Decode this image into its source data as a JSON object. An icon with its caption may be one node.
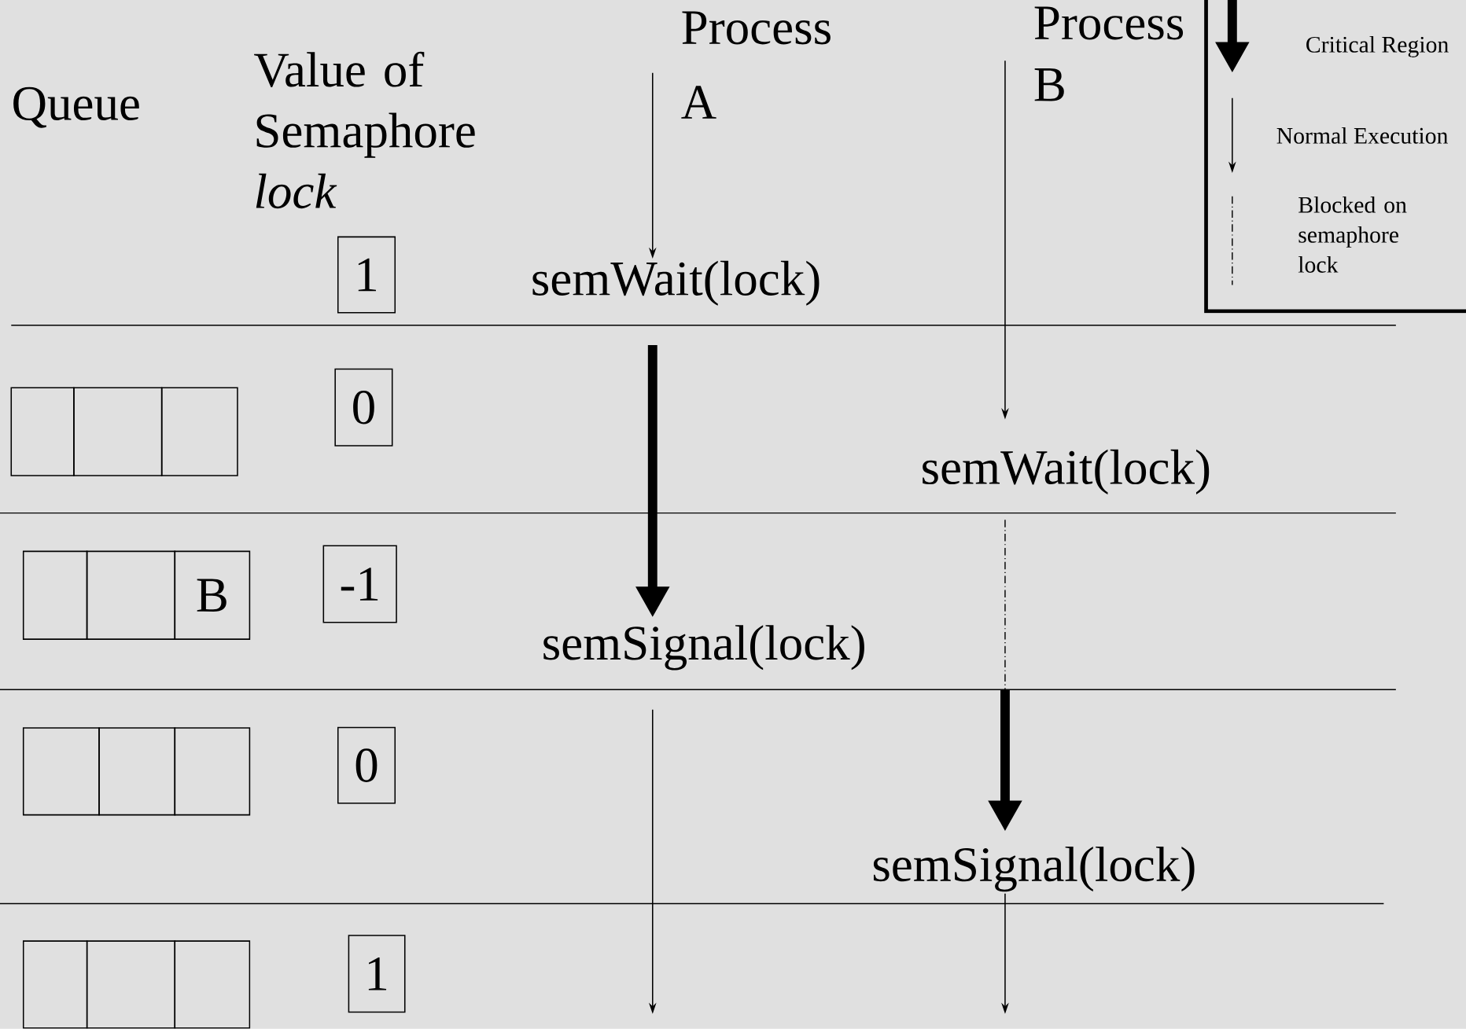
{
  "diagram": {
    "nodes": [
      {
        "text": [
          "Process A"
        ]
      },
      {
        "text": [
          "Process B"
        ]
      },
      {
        "text": [
          "semWait(lock)"
        ]
      },
      {
        "text": [
          "semWait(lock)"
        ]
      },
      {
        "text": [
          "semSignal(lock)"
        ]
      },
      {
        "text": [
          "semSignal(lock)"
        ]
      },
      {
        "text": [
          "1"
        ]
      },
      {
        "text": [
          "0"
        ]
      },
      {
        "text": [
          "-1"
        ]
      },
      {
        "text": [
          "0"
        ]
      },
      {
        "text": [
          "1"
        ]
      },
      {
        "text": [],
        "shape": "box"
      },
      {
        "text": [],
        "shape": "box"
      },
      {
        "text": [],
        "shape": "box"
      },
      {
        "text": [],
        "shape": "box"
      },
      {
        "text": [],
        "shape": "box"
      },
      {
        "text": [
          "B"
        ]
      },
      {
        "text": [],
        "shape": "box"
      },
      {
        "text": [],
        "shape": "box"
      },
      {
        "text": [],
        "shape": "box"
      },
      {
        "text": [],
        "shape": "box"
      },
      {
        "text": [],
        "shape": "box"
      },
      {
        "text": [],
        "shape": "box"
      }
    ],
    "edges": [
      {
        "from": 0,
        "to": 2,
        "arrow": "to"
      },
      {
        "from": 1,
        "to": 3,
        "arrow": "to"
      },
      {
        "from": 2,
        "to": 4,
        "arrow": "to",
        "style": "thick"
      },
      {
        "from": 3,
        "to": null,
        "arrow": "none",
        "style": "dashed"
      },
      {
        "from": null,
        "to": 5,
        "arrow": "to",
        "style": "thick"
      },
      {
        "from": 4,
        "to": null,
        "arrow": "to"
      },
      {
        "from": 5,
        "to": null,
        "arrow": "to"
      }
    ],
    "labels": [
      "Queue",
      "Value of Semaphore *lock*"
    ],
    "legend": [
      {
        "text": "Critical Region"
      },
      {
        "text": "Normal Execution"
      },
      {
        "text": "Blocked on semaphore lock"
      }
    ]
  }
}
